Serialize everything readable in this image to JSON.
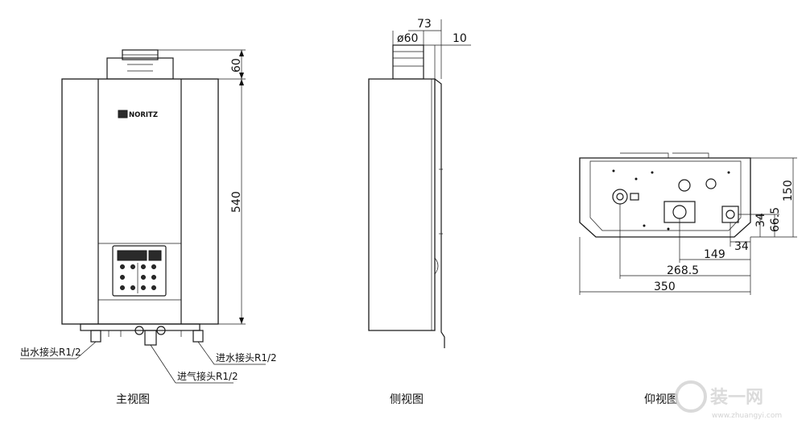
{
  "brand": {
    "logo_text": "NORITZ"
  },
  "views": {
    "front": {
      "caption": "主视图"
    },
    "side": {
      "caption": "侧视图"
    },
    "bottom": {
      "caption": "仰视图"
    }
  },
  "front_dims": {
    "top": "60",
    "height": "540"
  },
  "side_dims": {
    "flue_diameter": "ø60",
    "flue_offset": "73",
    "gap": "10"
  },
  "bottom_dims": {
    "depth": "150",
    "d_66_5": "66.5",
    "d_34_a": "34",
    "d_34_b": "34",
    "d_149": "149",
    "d_268_5": "268.5",
    "width": "350"
  },
  "connections": {
    "water_out": "出水接头R1/2",
    "gas_in": "进气接头R1/2",
    "water_in": "进水接头R1/2"
  },
  "watermark": {
    "brand": "装一网",
    "url": "www.zhuangyi.com"
  }
}
